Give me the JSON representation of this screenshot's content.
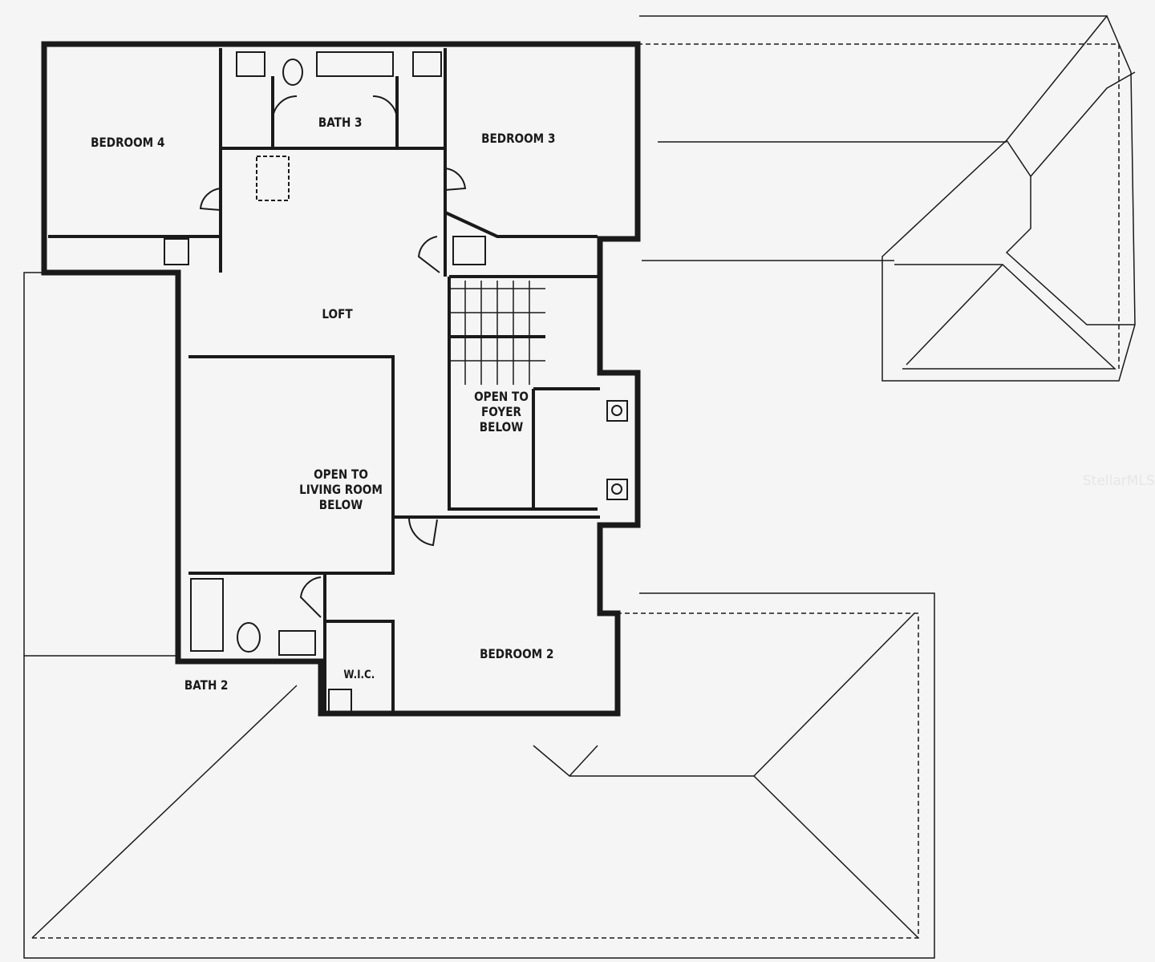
{
  "rooms": {
    "bedroom4": "BEDROOM 4",
    "bath3": "BATH 3",
    "bedroom3": "BEDROOM 3",
    "loft": "LOFT",
    "open_foyer": [
      "OPEN TO",
      "FOYER",
      "BELOW"
    ],
    "open_living": [
      "OPEN TO",
      "LIVING ROOM",
      "BELOW"
    ],
    "bedroom2": "BEDROOM 2",
    "bath2": "BATH 2",
    "wic": "W.I.C."
  },
  "watermark": "StellarMLS",
  "colors": {
    "line": "#1a1a1a",
    "background": "#f5f5f5"
  }
}
